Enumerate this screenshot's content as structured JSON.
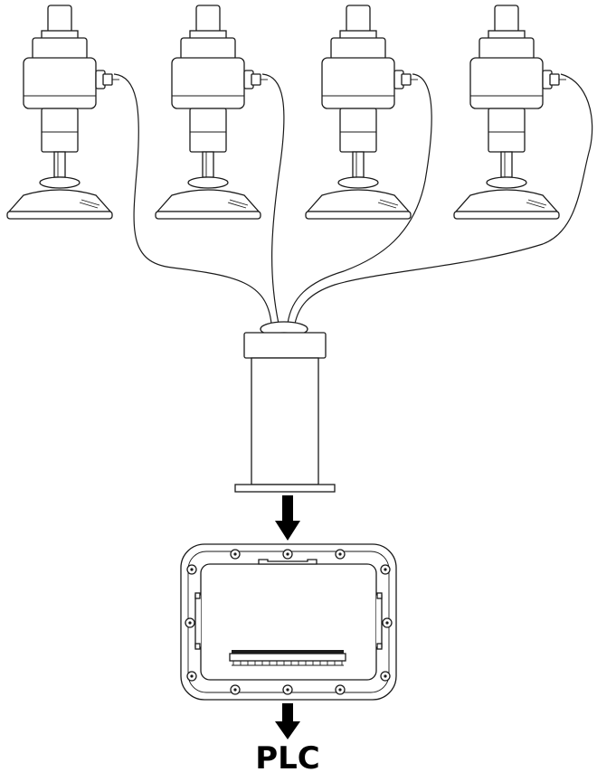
{
  "diagram": {
    "bottom_label": "PLC",
    "components": {
      "sensors": [
        "load-cell-1",
        "load-cell-2",
        "load-cell-3",
        "load-cell-4"
      ],
      "junction": "summing-junction-box",
      "enclosure": "terminal-enclosure",
      "arrows": [
        "down-arrow",
        "down-arrow"
      ]
    },
    "colors": {
      "line": "#1a1a1a",
      "arrow": "#000000",
      "background": "#ffffff"
    }
  }
}
